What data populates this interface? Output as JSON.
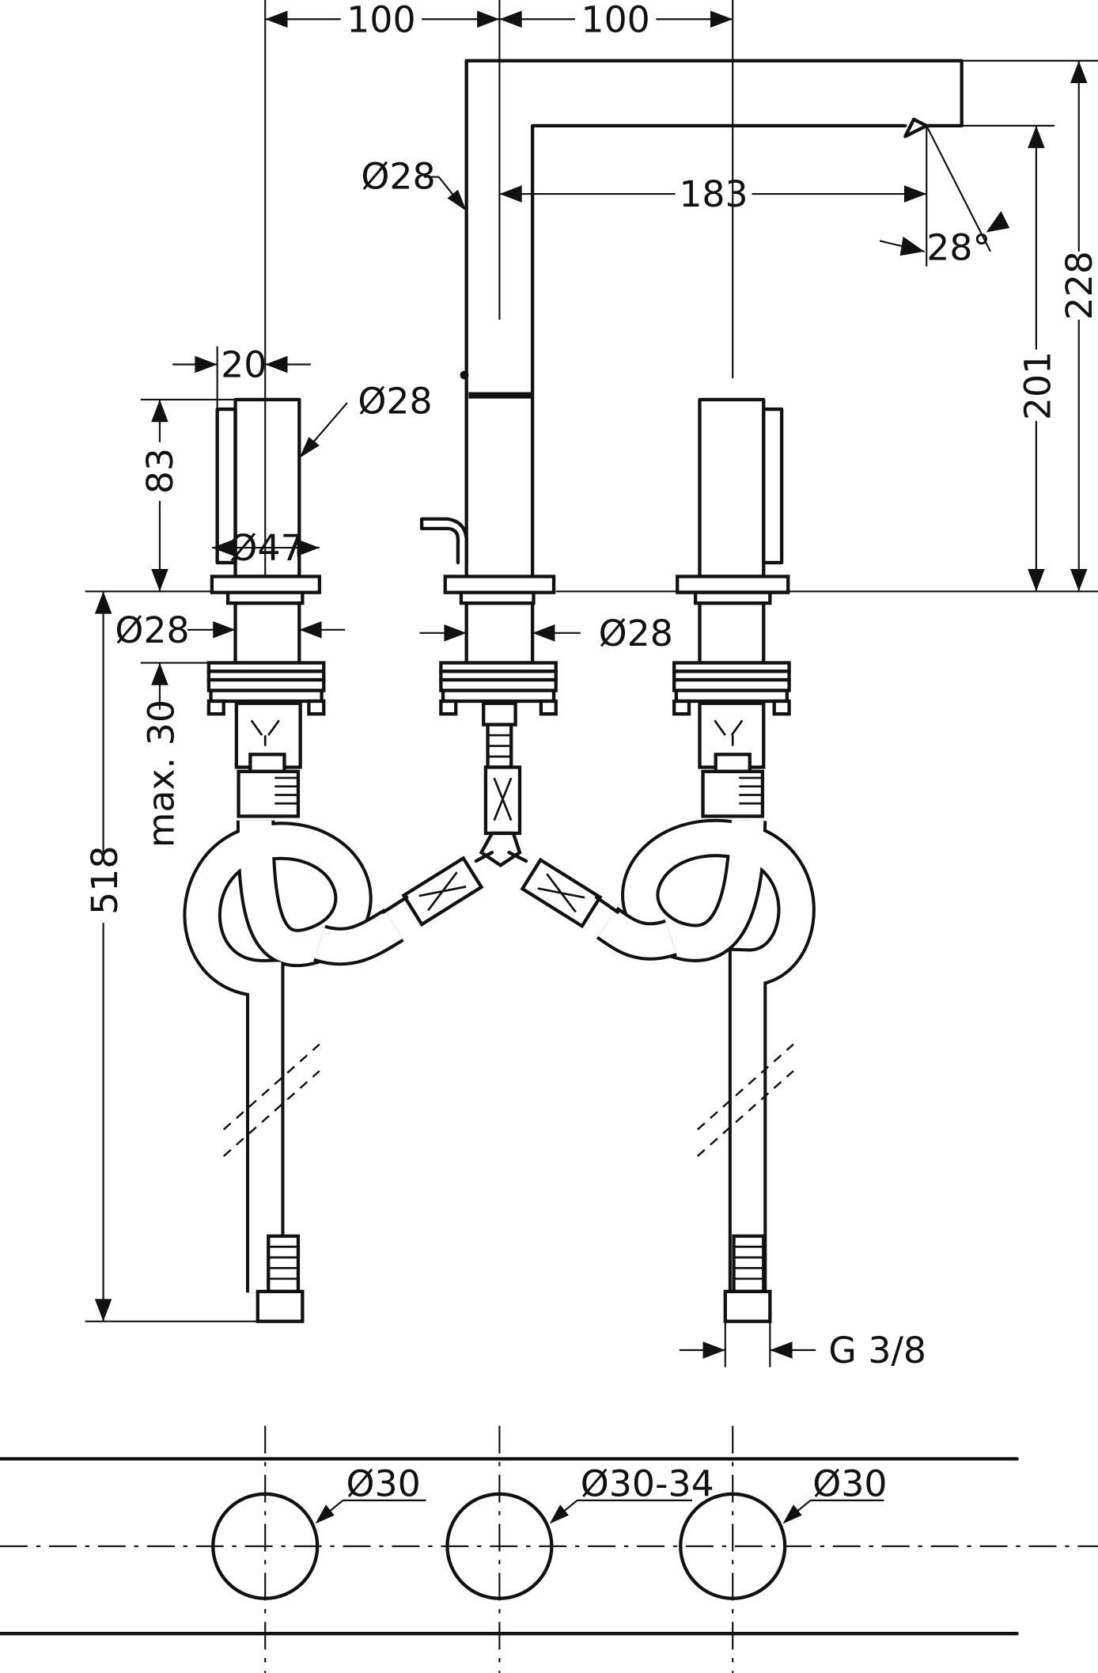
{
  "dimensions": {
    "top_left_spacing": "100",
    "top_right_spacing": "100",
    "spout_diameter": "Ø28",
    "spout_reach": "183",
    "spout_angle": "28°",
    "total_height": "228",
    "outlet_height": "201",
    "handle_offset": "20",
    "handle_diameter": "Ø28",
    "handle_height": "83",
    "rosette_diameter": "Ø47",
    "left_shank_diameter": "Ø28",
    "center_shank_diameter": "Ø28",
    "max_deck_thickness": "max. 30",
    "hose_length": "518",
    "connection_thread": "G 3/8",
    "hole_left": "Ø30",
    "hole_center": "Ø30-34",
    "hole_right": "Ø30"
  }
}
